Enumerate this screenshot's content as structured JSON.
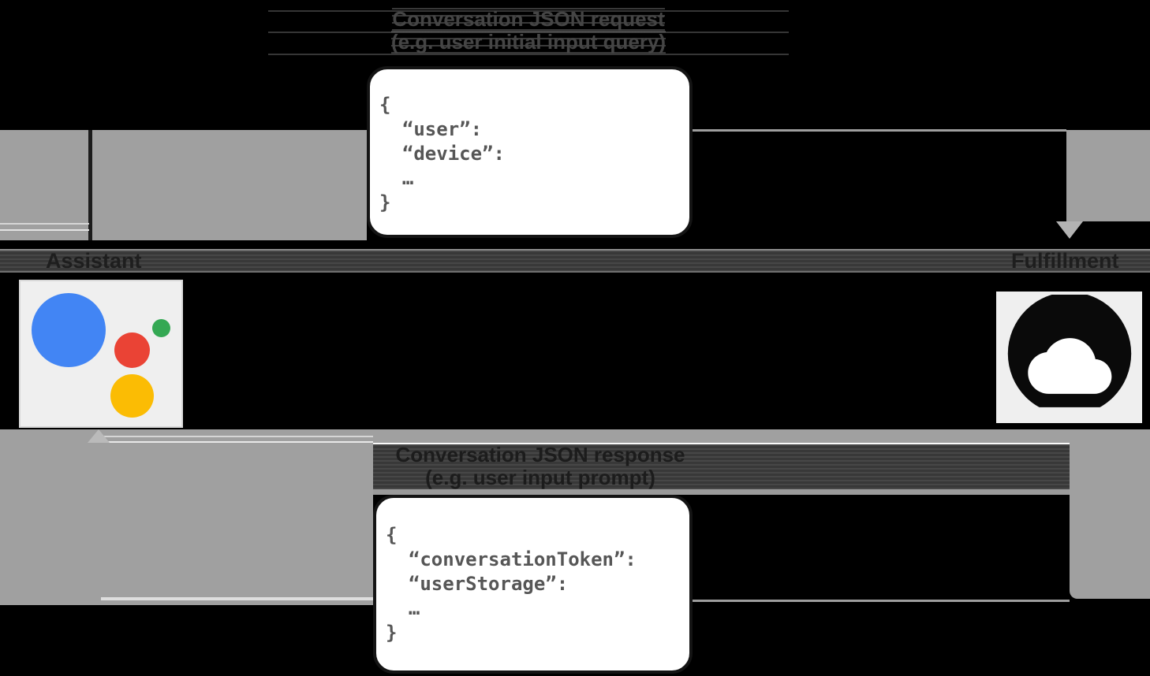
{
  "diagram": {
    "request": {
      "label_line1": "Conversation JSON request",
      "label_line2": "(e.g. user initial input query)"
    },
    "response": {
      "label_line1": "Conversation JSON response",
      "label_line2": "(e.g. user input prompt)"
    },
    "entities": {
      "left": "Assistant",
      "right": "Fulfillment"
    },
    "boxes": {
      "request": {
        "lines": [
          "{",
          "  “user”:",
          "  “device”:",
          "  …",
          "}"
        ]
      },
      "response": {
        "lines": [
          "{",
          "  “conversationToken”:",
          "  “userStorage”:",
          "  …",
          "}"
        ]
      }
    },
    "icons": {
      "left": "google-assistant-logo",
      "right": "cloud-icon"
    },
    "colors": {
      "background": "#000000",
      "flow_gray": "#a0a0a0",
      "band_dark": "#3d3d3d",
      "box_white": "#ffffff",
      "box_border": "#141414",
      "json_text": "#565656",
      "assistant_blue": "#4285f4",
      "assistant_red": "#ea4335",
      "assistant_green": "#34a853",
      "assistant_yellow": "#fbbc04",
      "cloud_black": "#0a0a0a"
    }
  }
}
